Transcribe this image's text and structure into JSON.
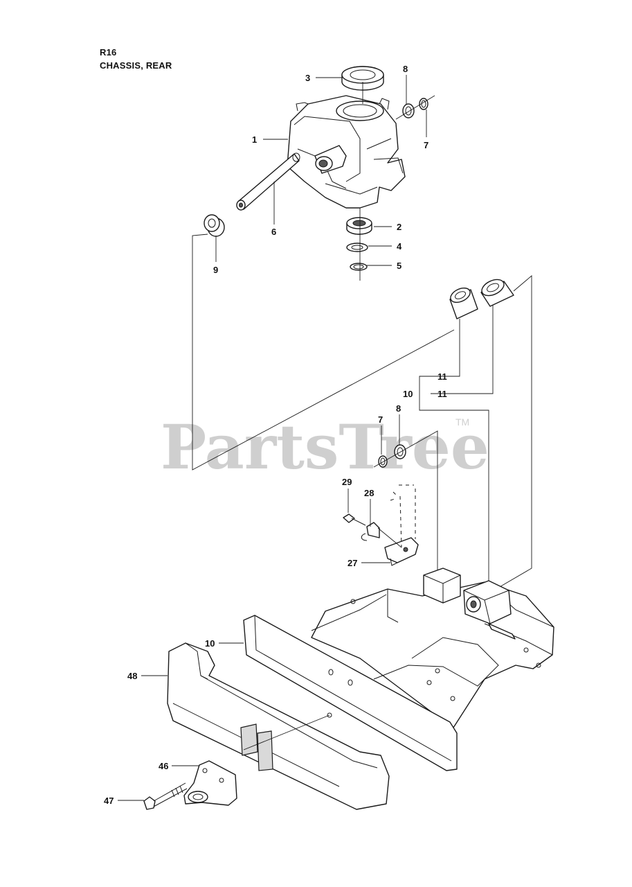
{
  "header": {
    "code": "R16",
    "title": "CHASSIS, REAR"
  },
  "watermark": {
    "text": "PartsTree",
    "tm": "TM"
  },
  "callouts": {
    "c1": "1",
    "c2": "2",
    "c3": "3",
    "c4": "4",
    "c5": "5",
    "c6": "6",
    "c7a": "7",
    "c7b": "7",
    "c8a": "8",
    "c8b": "8",
    "c9": "9",
    "c10a": "10",
    "c10b": "10",
    "c11a": "11",
    "c11b": "11",
    "c27": "27",
    "c28": "28",
    "c29": "29",
    "c46": "46",
    "c47": "47",
    "c48": "48"
  },
  "colors": {
    "line": "#1a1a1a",
    "watermark": "#cfcfcf",
    "background": "#ffffff"
  }
}
